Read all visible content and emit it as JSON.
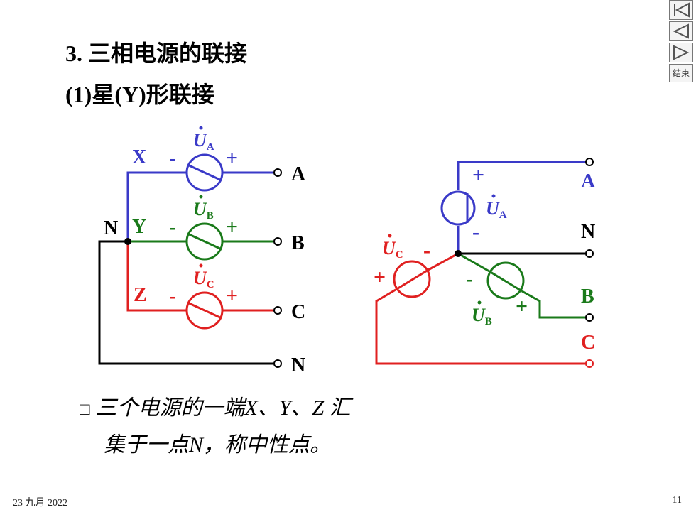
{
  "slide": {
    "heading": "3. 三相电源的联接",
    "subheading": "(1)星(Y)形联接",
    "bullet_marker": "□",
    "bullet_line1": "三个电源的一端X、Y、Z 汇",
    "bullet_line2": "集于一点N，称中性点。",
    "date": "23 九月 2022",
    "page_number": "11"
  },
  "nav": {
    "end_label": "结束",
    "icons": [
      "first-slide-icon",
      "previous-slide-icon",
      "next-slide-icon"
    ]
  },
  "colors": {
    "phase_a": "#3a3ac8",
    "phase_b": "#1a7a1a",
    "phase_c": "#e02020",
    "neutral": "#000000"
  },
  "diagram_left": {
    "terminals": [
      "A",
      "B",
      "C",
      "N"
    ],
    "source_ends": [
      "X",
      "Y",
      "Z"
    ],
    "neutral_label": "N",
    "sources": [
      {
        "symbol": "U",
        "subscript": "A",
        "minus": "-",
        "plus": "+"
      },
      {
        "symbol": "U",
        "subscript": "B",
        "minus": "-",
        "plus": "+"
      },
      {
        "symbol": "U",
        "subscript": "C",
        "minus": "-",
        "plus": "+"
      }
    ]
  },
  "diagram_right": {
    "terminals": [
      "A",
      "N",
      "B",
      "C"
    ],
    "sources": [
      {
        "symbol": "U",
        "subscript": "A",
        "minus": "-",
        "plus": "+"
      },
      {
        "symbol": "U",
        "subscript": "B",
        "minus": "-",
        "plus": "+"
      },
      {
        "symbol": "U",
        "subscript": "C",
        "minus": "-",
        "plus": "+"
      }
    ]
  }
}
